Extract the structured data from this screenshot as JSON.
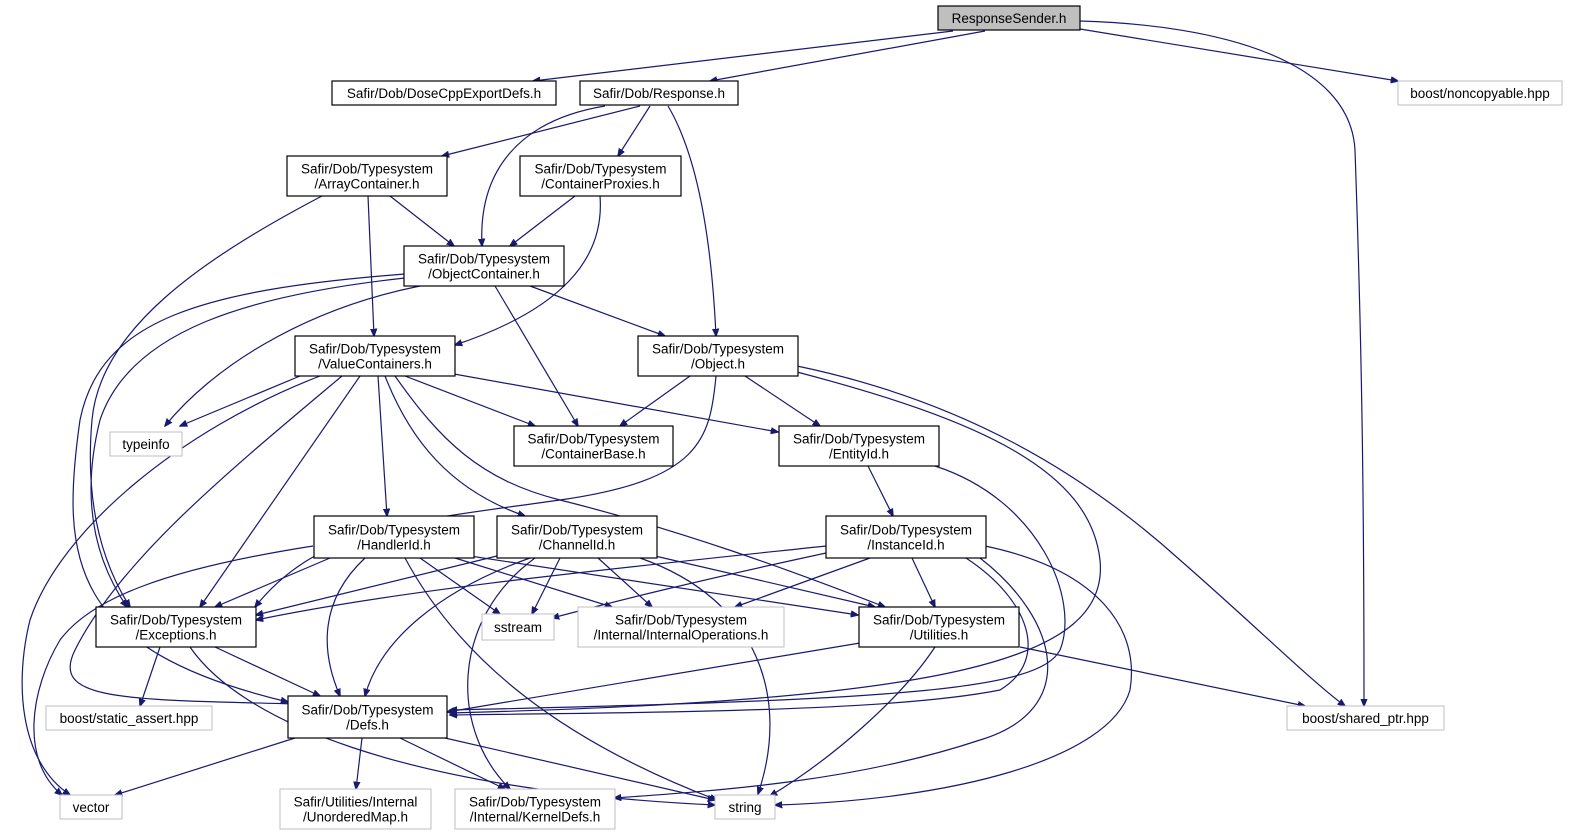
{
  "colors": {
    "edge": "#191970",
    "root_fill": "#bfbfbf",
    "external_border": "#bfbfbf",
    "node_border": "#000000"
  },
  "nodes": {
    "responsesender": {
      "lines": [
        "ResponseSender.h"
      ],
      "kind": "root"
    },
    "dosecppexportdefs": {
      "lines": [
        "Safir/Dob/DoseCppExportDefs.h"
      ],
      "kind": "local"
    },
    "response": {
      "lines": [
        "Safir/Dob/Response.h"
      ],
      "kind": "local"
    },
    "noncopyable": {
      "lines": [
        "boost/noncopyable.hpp"
      ],
      "kind": "external"
    },
    "arraycontainer": {
      "lines": [
        "Safir/Dob/Typesystem",
        "/ArrayContainer.h"
      ],
      "kind": "local"
    },
    "containerproxies": {
      "lines": [
        "Safir/Dob/Typesystem",
        "/ContainerProxies.h"
      ],
      "kind": "local"
    },
    "objectcontainer": {
      "lines": [
        "Safir/Dob/Typesystem",
        "/ObjectContainer.h"
      ],
      "kind": "local"
    },
    "valuecontainers": {
      "lines": [
        "Safir/Dob/Typesystem",
        "/ValueContainers.h"
      ],
      "kind": "local"
    },
    "object": {
      "lines": [
        "Safir/Dob/Typesystem",
        "/Object.h"
      ],
      "kind": "local"
    },
    "typeinfo": {
      "lines": [
        "typeinfo"
      ],
      "kind": "external"
    },
    "containerbase": {
      "lines": [
        "Safir/Dob/Typesystem",
        "/ContainerBase.h"
      ],
      "kind": "local"
    },
    "entityid": {
      "lines": [
        "Safir/Dob/Typesystem",
        "/EntityId.h"
      ],
      "kind": "local"
    },
    "handlerid": {
      "lines": [
        "Safir/Dob/Typesystem",
        "/HandlerId.h"
      ],
      "kind": "local"
    },
    "channelid": {
      "lines": [
        "Safir/Dob/Typesystem",
        "/ChannelId.h"
      ],
      "kind": "local"
    },
    "instanceid": {
      "lines": [
        "Safir/Dob/Typesystem",
        "/InstanceId.h"
      ],
      "kind": "local"
    },
    "exceptions": {
      "lines": [
        "Safir/Dob/Typesystem",
        "/Exceptions.h"
      ],
      "kind": "local"
    },
    "sstream": {
      "lines": [
        "sstream"
      ],
      "kind": "external"
    },
    "internaloperations": {
      "lines": [
        "Safir/Dob/Typesystem",
        "/Internal/InternalOperations.h"
      ],
      "kind": "external"
    },
    "utilities": {
      "lines": [
        "Safir/Dob/Typesystem",
        "/Utilities.h"
      ],
      "kind": "local"
    },
    "staticassert": {
      "lines": [
        "boost/static_assert.hpp"
      ],
      "kind": "external"
    },
    "defs": {
      "lines": [
        "Safir/Dob/Typesystem",
        "/Defs.h"
      ],
      "kind": "local"
    },
    "sharedptr": {
      "lines": [
        "boost/shared_ptr.hpp"
      ],
      "kind": "external"
    },
    "vector": {
      "lines": [
        "vector"
      ],
      "kind": "external"
    },
    "unorderedmap": {
      "lines": [
        "Safir/Utilities/Internal",
        "/UnorderedMap.h"
      ],
      "kind": "external"
    },
    "kerneldefs": {
      "lines": [
        "Safir/Dob/Typesystem",
        "/Internal/KernelDefs.h"
      ],
      "kind": "external"
    },
    "string": {
      "lines": [
        "string"
      ],
      "kind": "external"
    }
  }
}
